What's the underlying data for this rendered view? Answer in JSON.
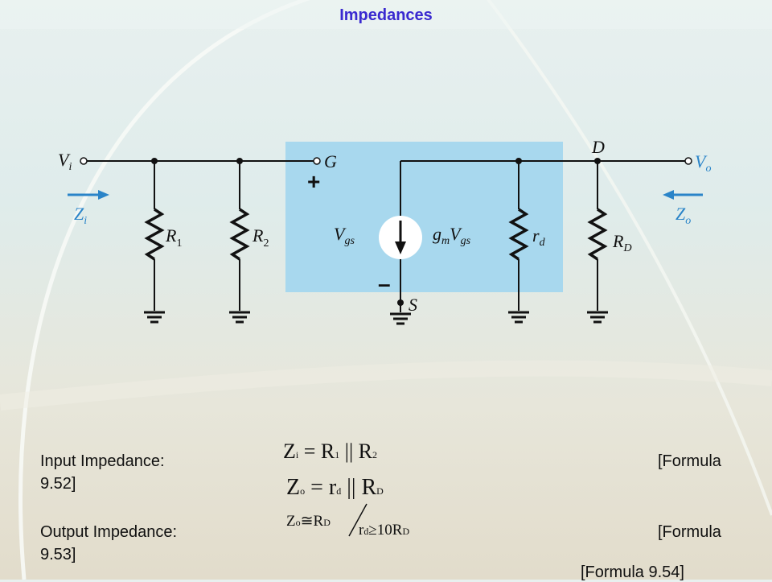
{
  "slide": {
    "title": "Impedances"
  },
  "circuit": {
    "labels": {
      "vi": "V",
      "vi_sub": "i",
      "zi": "Z",
      "zi_sub": "i",
      "g": "G",
      "d": "D",
      "s": "S",
      "plus": "+",
      "minus": "–",
      "r1": "R",
      "r1_sub": "1",
      "r2": "R",
      "r2_sub": "2",
      "vgs": "V",
      "vgs_sub": "gs",
      "gm": "g",
      "gm_sub": "m",
      "gm_v": "V",
      "gm_v_sub": "gs",
      "rd": "r",
      "rd_sub": "d",
      "RD": "R",
      "RD_sub": "D",
      "vo": "V",
      "vo_sub": "o",
      "zo": "Z",
      "zo_sub": "o"
    },
    "colors": {
      "box": "#a8d8ee",
      "arrow": "#2a84c8",
      "wire": "#111111"
    }
  },
  "formulas": {
    "input_label": "Input Impedance:",
    "input_ref_a": "[Formula",
    "input_ref_b": "9.52]",
    "output_label": "Output Impedance:",
    "output_ref_a": "[Formula",
    "output_ref_b": "9.53]",
    "third_ref": "[Formula 9.54]",
    "zi_eq": {
      "lhs": "Z",
      "lhs_sub": "i",
      "eq": "=",
      "a": "R",
      "a_sub": "1",
      "par": "||",
      "b": "R",
      "b_sub": "2"
    },
    "zo_eq": {
      "lhs": "Z",
      "lhs_sub": "o",
      "eq": "=",
      "a": "r",
      "a_sub": "d",
      "par": "||",
      "b": "R",
      "b_sub": "D"
    },
    "zo_approx": {
      "lhs": "Z",
      "lhs_sub": "o",
      "eq": "≅",
      "a": "R",
      "a_sub": "D",
      "cond_a": "r",
      "cond_a_sub": "d",
      "cond_op": "≥",
      "cond_b": "10R",
      "cond_b_sub": "D"
    }
  }
}
